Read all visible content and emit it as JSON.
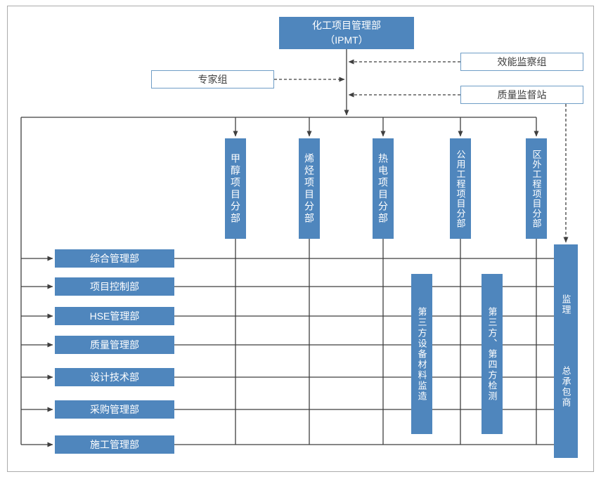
{
  "colors": {
    "box_blue": "#4f86bd",
    "outline_blue": "#6f9dc6",
    "line_dark": "#3f3f3f",
    "frame_gray": "#ababab"
  },
  "org": {
    "ipmt": {
      "line1": "化工项目管理部",
      "line2": "（IPMT）"
    },
    "expert_group": "专家组",
    "efficiency_group": "效能监察组",
    "quality_station": "质量监督站",
    "divisions": [
      "甲醇项目分部",
      "烯烃项目分部",
      "热电项目分部",
      "公用工程项目分部",
      "区外工程项目分部"
    ],
    "departments": [
      "综合管理部",
      "项目控制部",
      "HSE管理部",
      "质量管理部",
      "设计技术部",
      "采购管理部",
      "施工管理部"
    ],
    "third_party_supervision": "第三方设备材料监造",
    "third_party_testing": "第三方、第四方检测",
    "supervisor": "监理",
    "contractor": "总承包商"
  }
}
